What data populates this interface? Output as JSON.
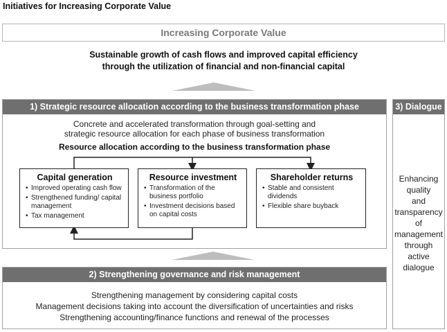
{
  "page_title": "Initiatives for Increasing Corporate Value",
  "top_box_label": "Increasing Corporate Value",
  "top_description": {
    "line1": "Sustainable growth of cash flows and improved capital efficiency",
    "line2": "through the utilization of financial and non-financial capital"
  },
  "section1": {
    "header": "1) Strategic resource allocation according to the business transformation phase",
    "desc_line1": "Concrete and accelerated transformation through goal-setting and",
    "desc_line2": "strategic resource allocation for each phase of business transformation",
    "subheading": "Resource allocation according to the business transformation phase",
    "cards": [
      {
        "title": "Capital generation",
        "items": [
          "Improved operating cash flow",
          "Strengthened funding/ capital management",
          "Tax management"
        ]
      },
      {
        "title": "Resource investment",
        "items": [
          "Transformation of the business portfolio",
          "Investment decisions based on capital costs"
        ]
      },
      {
        "title": "Shareholder returns",
        "items": [
          "Stable and consistent dividends",
          "Flexible share buyback"
        ]
      }
    ]
  },
  "section2": {
    "header": "2) Strengthening governance and risk management",
    "lines": [
      "Strengthening management by considering capital costs",
      "Management decisions taking into account the diversification of uncertainties and risks",
      "Strengthening accounting/finance functions and renewal of the processes"
    ]
  },
  "section3": {
    "header": "3) Dialogue",
    "lines": [
      "Enhancing",
      "quality",
      "and",
      "transparency",
      "of",
      "management",
      "through",
      "active",
      "dialogue"
    ]
  }
}
